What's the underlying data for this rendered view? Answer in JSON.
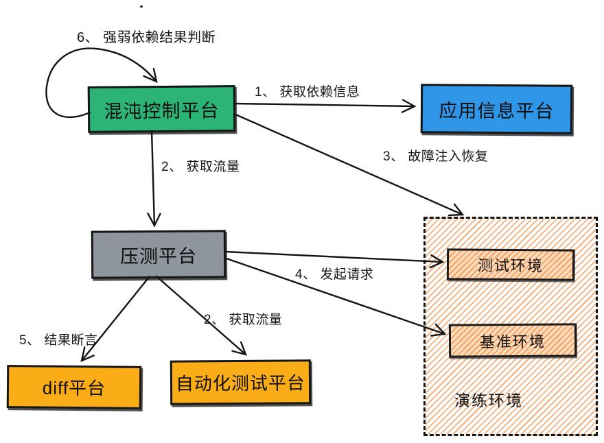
{
  "diagram": {
    "nodes": {
      "chaos": {
        "label": "混沌控制平台",
        "fill": "#2cb376"
      },
      "app_info": {
        "label": "应用信息平台",
        "fill": "#2f96e8"
      },
      "load_test": {
        "label": "压测平台",
        "fill": "#8e959d"
      },
      "diff": {
        "label": "diff平台",
        "fill": "#fbad18"
      },
      "auto_test": {
        "label": "自动化测试平台",
        "fill": "#fbad18"
      },
      "test_env": {
        "label": "测试环境"
      },
      "base_env": {
        "label": "基准环境"
      },
      "drill_env": {
        "label": "演练环境"
      }
    },
    "edge_labels": {
      "dep_judgment": "6、 强弱依赖结果判断",
      "get_dependency": "1、 获取依赖信息",
      "get_traffic_top": "2、 获取流量",
      "fault_inject": "3、 故障注入恢复",
      "send_request": "4、 发起请求",
      "get_traffic_bottom": "2、 获取流量",
      "result_assert": "5、 结果断言"
    },
    "colors": {
      "chaos_green": "#2cb376",
      "info_blue": "#2f96e8",
      "loadtest_gray": "#8e959d",
      "platform_orange": "#fbad18",
      "hatch_orange": "#f09858",
      "stroke_black": "#141414",
      "background": "#ffffff"
    }
  }
}
